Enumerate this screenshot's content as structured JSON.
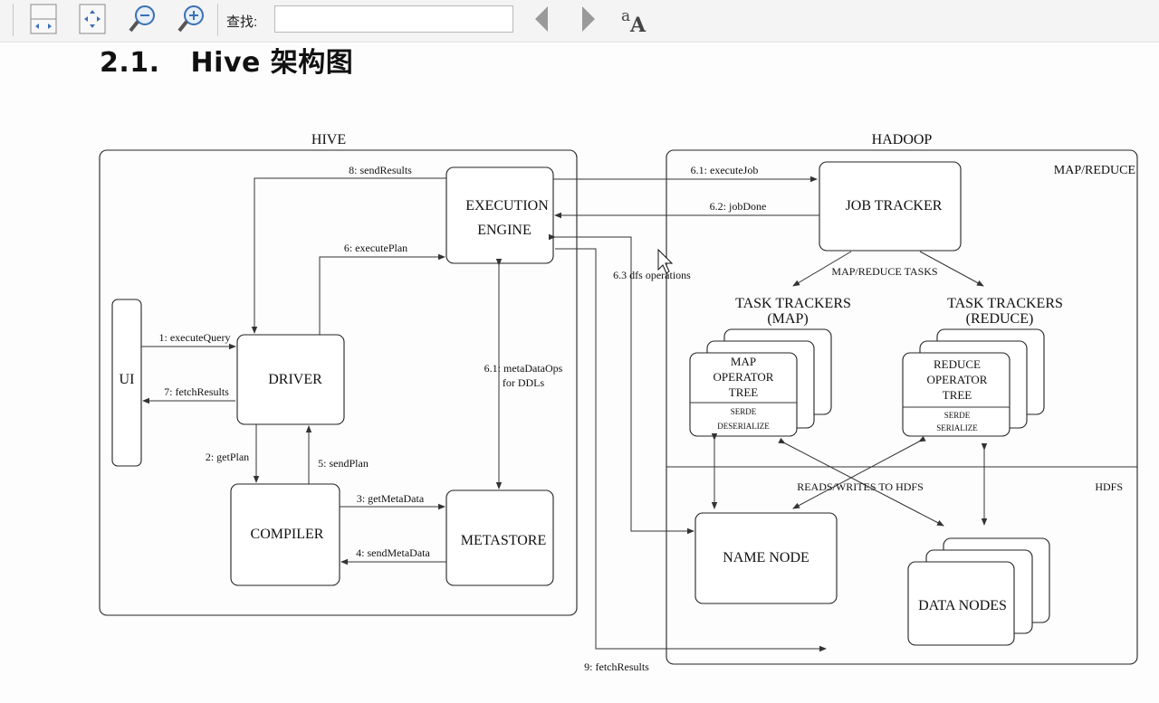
{
  "toolbar": {
    "find_label": "查找:",
    "find_value": ""
  },
  "heading": {
    "number": "2.1.",
    "title": "Hive 架构图"
  },
  "diagram": {
    "hive_label": "HIVE",
    "hadoop_label": "HADOOP",
    "mapreduce_label": "MAP/REDUCE",
    "hdfs_label": "HDFS",
    "nodes": {
      "ui": "UI",
      "driver": "DRIVER",
      "compiler": "COMPILER",
      "metastore": "METASTORE",
      "execution_engine_1": "EXECUTION",
      "execution_engine_2": "ENGINE",
      "job_tracker": "JOB TRACKER",
      "name_node": "NAME NODE",
      "data_nodes": "DATA NODES"
    },
    "task_trackers_map": {
      "title1": "TASK TRACKERS",
      "title2": "(MAP)",
      "tree1": "MAP",
      "tree2": "OPERATOR",
      "tree3": "TREE",
      "serde1": "SERDE",
      "serde2": "DESERIALIZE"
    },
    "task_trackers_reduce": {
      "title1": "TASK TRACKERS",
      "title2": "(REDUCE)",
      "tree1": "REDUCE",
      "tree2": "OPERATOR",
      "tree3": "TREE",
      "serde1": "SERDE",
      "serde2": "SERIALIZE"
    },
    "edges": {
      "execute_query": "1: executeQuery",
      "fetch_results_7": "7: fetchResults",
      "get_plan": "2: getPlan",
      "send_plan": "5: sendPlan",
      "get_metadata": "3: getMetaData",
      "send_metadata": "4: sendMetaData",
      "execute_plan": "6: executePlan",
      "send_results": "8: sendResults",
      "metadata_ops_1": "6.1: metaDataOps",
      "metadata_ops_2": "for DDLs",
      "execute_job": "6.1: executeJob",
      "job_done": "6.2: jobDone",
      "dfs_operations": "6.3 dfs operations",
      "map_reduce_tasks": "MAP/REDUCE TASKS",
      "reads_writes": "READS/WRITES TO HDFS",
      "fetch_results_9": "9: fetchResults"
    }
  }
}
